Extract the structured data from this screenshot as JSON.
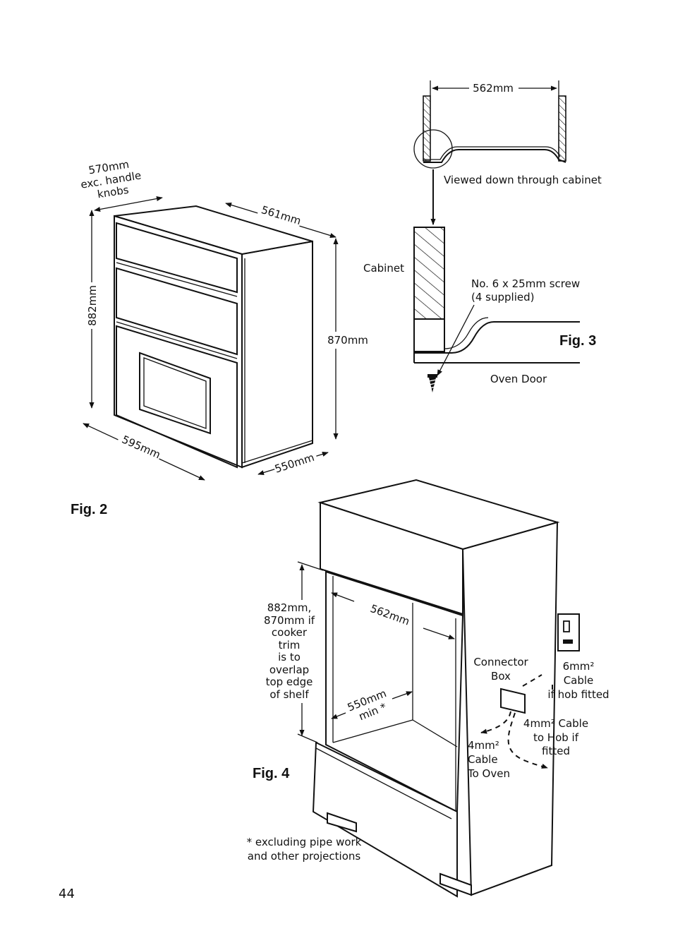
{
  "page_number": "44",
  "fig2": {
    "label": "Fig. 2",
    "depth_exc_handles": [
      "570mm",
      "exc. handle",
      "knobs"
    ],
    "top_depth": "561mm",
    "overall_height": "882mm",
    "body_height": "870mm",
    "width": "595mm",
    "body_depth": "550mm"
  },
  "fig3": {
    "label": "Fig. 3",
    "cabinet_width": "562mm",
    "view_caption": "Viewed down through cabinet",
    "cabinet_label": "Cabinet",
    "screw_label": [
      "No. 6 x 25mm screw",
      "(4 supplied)"
    ],
    "door_label": "Oven Door"
  },
  "fig4": {
    "label": "Fig. 4",
    "height_note": [
      "882mm,",
      "870mm if",
      "cooker",
      "trim",
      "is to",
      "overlap",
      "top edge",
      "of shelf"
    ],
    "width": "562mm",
    "depth": [
      "550mm",
      "min *"
    ],
    "connector_box": [
      "Connector",
      "Box"
    ],
    "hob_cable": [
      "6mm²",
      "Cable",
      "if hob fitted"
    ],
    "hob_cable_from_box": [
      "4mm² Cable",
      "to Hob if",
      "fitted"
    ],
    "oven_cable": [
      "4mm²",
      "Cable",
      "To Oven"
    ],
    "footnote": [
      "* excluding pipe work",
      "and other projections"
    ]
  },
  "icons": [
    "screw-icon",
    "socket-icon",
    "connector-box-icon"
  ]
}
